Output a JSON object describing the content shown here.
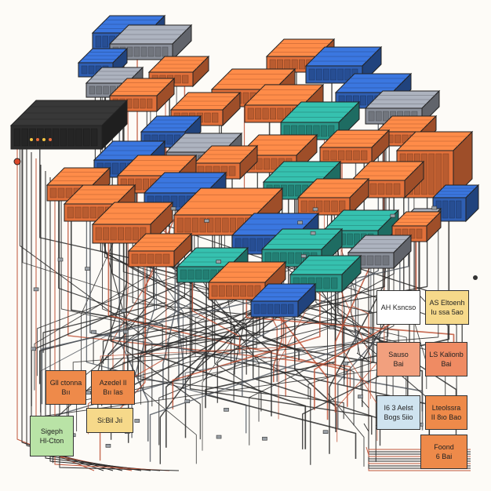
{
  "palette": {
    "orange": "#e2703a",
    "orange_dark": "#b6512a",
    "blue": "#2f5fb3",
    "blue_dark": "#1f3f7a",
    "teal": "#2b9a8c",
    "teal_dark": "#1e6b61",
    "green": "#3f8a4e",
    "gray": "#8a8f99",
    "gray_dark": "#555a63",
    "black_rack": "#2d2d2d",
    "wire_dark": "#2a2a2a",
    "wire_red": "#c0553a",
    "label_orange": "#ee8a4a",
    "label_salmon": "#f2a07e",
    "label_yellow": "#f6d98a",
    "label_green": "#b9e3a6",
    "label_white": "#ffffff",
    "label_blue": "#cfe3ef",
    "label_coral": "#ef8b63"
  },
  "labels": [
    {
      "id": "left-1",
      "line1": "Gll ctonna",
      "line2": "Bıı",
      "color": "#ee8a4a"
    },
    {
      "id": "left-2",
      "line1": "Azedel Il",
      "line2": "Bıı Ias",
      "color": "#ee8a4a"
    },
    {
      "id": "left-3",
      "line1": "Sigeph",
      "line2": "Hl-Cton",
      "color": "#b9e3a6"
    },
    {
      "id": "left-4",
      "line1": "Si:Bil Jıi",
      "line2": "",
      "color": "#f6d98a"
    },
    {
      "id": "right-1",
      "line1": "AH Ksncso",
      "line2": "",
      "color": "#ffffff"
    },
    {
      "id": "right-2",
      "line1": "AS Eltoenh",
      "line2": "Iu ssa 5ao",
      "color": "#f6d98a"
    },
    {
      "id": "right-3",
      "line1": "Sauso",
      "line2": "Bai",
      "color": "#f2a07e"
    },
    {
      "id": "right-4",
      "line1": "LS Kalionb",
      "line2": "Bai",
      "color": "#ef8b63"
    },
    {
      "id": "right-5",
      "line1": "I6 3 Aelst",
      "line2": "Bogs 5iio",
      "color": "#cfe3ef"
    },
    {
      "id": "right-6",
      "line1": "Lteolssra",
      "line2": "II 8ıo Bao",
      "color": "#ee8a4a"
    },
    {
      "id": "right-7",
      "line1": "Foond",
      "line2": "6 Bai",
      "color": "#ee8a4a"
    }
  ]
}
